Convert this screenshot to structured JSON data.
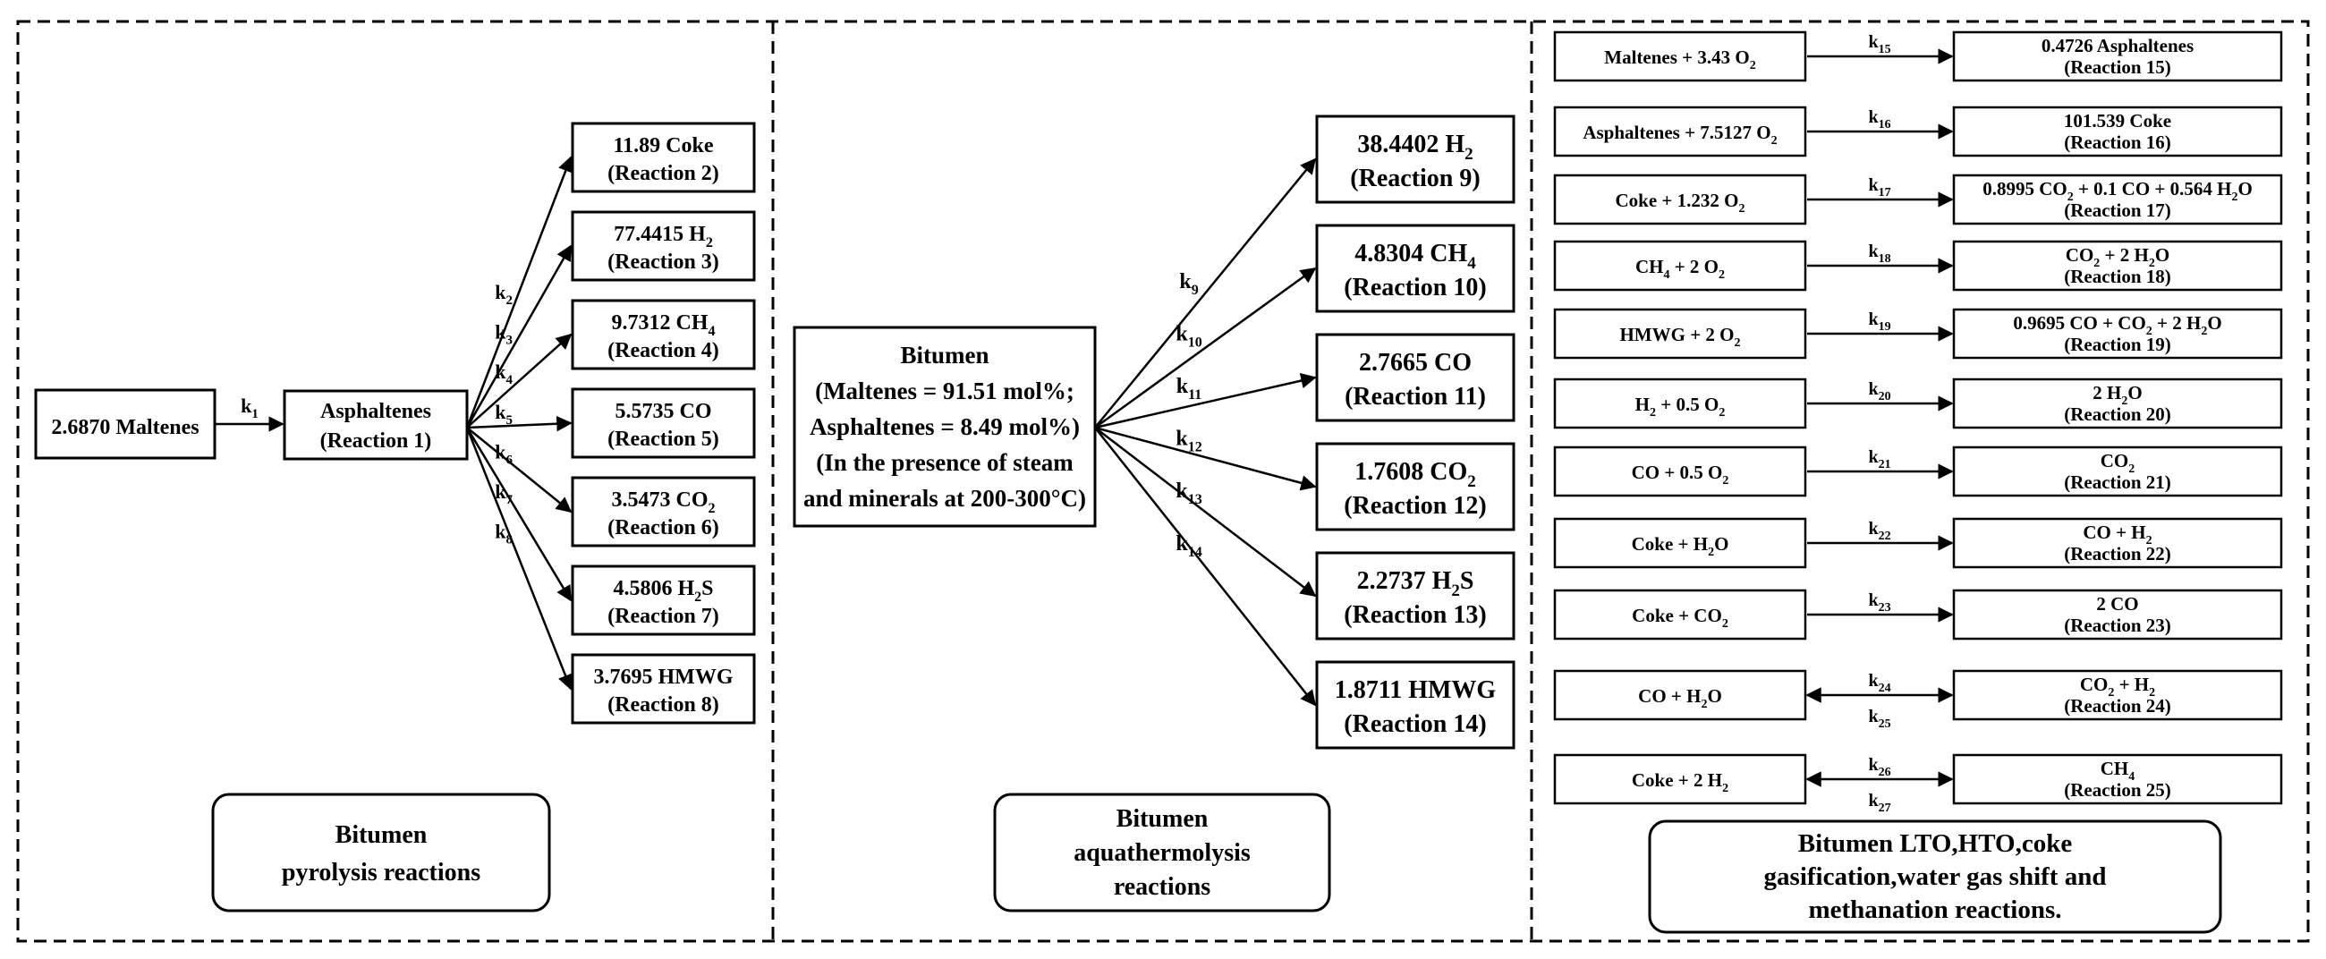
{
  "panels": {
    "pyrolysis": {
      "reactant": "2.6870 Maltenes",
      "intermediate": {
        "label": "Asphaltenes",
        "reaction": "(Reaction 1)",
        "rate": "k",
        "rate_sub": "1"
      },
      "products": [
        {
          "pre": "11.89 Coke",
          "sub": "",
          "post": "",
          "reaction": "(Reaction 2)",
          "rate": "k",
          "rate_sub": "2"
        },
        {
          "pre": "77.4415 H",
          "sub": "2",
          "post": "",
          "reaction": "(Reaction 3)",
          "rate": "k",
          "rate_sub": "3"
        },
        {
          "pre": "9.7312 CH",
          "sub": "4",
          "post": "",
          "reaction": "(Reaction 4)",
          "rate": "k",
          "rate_sub": "4"
        },
        {
          "pre": "5.5735 CO",
          "sub": "",
          "post": "",
          "reaction": "(Reaction 5)",
          "rate": "k",
          "rate_sub": "5"
        },
        {
          "pre": "3.5473 CO",
          "sub": "2",
          "post": "",
          "reaction": "(Reaction 6)",
          "rate": "k",
          "rate_sub": "6"
        },
        {
          "pre": "4.5806 H",
          "sub": "2",
          "post": "S",
          "reaction": "(Reaction 7)",
          "rate": "k",
          "rate_sub": "7"
        },
        {
          "pre": "3.7695 HMWG",
          "sub": "",
          "post": "",
          "reaction": "(Reaction 8)",
          "rate": "k",
          "rate_sub": "8"
        }
      ],
      "caption": [
        "Bitumen",
        "pyrolysis reactions"
      ]
    },
    "aquathermolysis": {
      "reactant_lines": [
        "Bitumen",
        "(Maltenes = 91.51 mol%;",
        "Asphaltenes = 8.49 mol%)",
        "(In the presence of steam",
        "and minerals at 200-300°C)"
      ],
      "products": [
        {
          "pre": "38.4402 H",
          "sub": "2",
          "post": "",
          "reaction": "(Reaction 9)",
          "rate": "k",
          "rate_sub": "9"
        },
        {
          "pre": "4.8304 CH",
          "sub": "4",
          "post": "",
          "reaction": "(Reaction 10)",
          "rate": "k",
          "rate_sub": "10"
        },
        {
          "pre": "2.7665 CO",
          "sub": "",
          "post": "",
          "reaction": "(Reaction 11)",
          "rate": "k",
          "rate_sub": "11"
        },
        {
          "pre": "1.7608 CO",
          "sub": "2",
          "post": "",
          "reaction": "(Reaction 12)",
          "rate": "k",
          "rate_sub": "12"
        },
        {
          "pre": "2.2737 H",
          "sub": "2",
          "post": "S",
          "reaction": "(Reaction 13)",
          "rate": "k",
          "rate_sub": "13"
        },
        {
          "pre": "1.8711 HMWG",
          "sub": "",
          "post": "",
          "reaction": "(Reaction 14)",
          "rate": "k",
          "rate_sub": "14"
        }
      ],
      "caption": [
        "Bitumen",
        "aquathermolysis",
        "reactions"
      ]
    },
    "oxidation": {
      "rows": [
        {
          "left": [
            [
              "Maltenes + 3.43 O",
              ""
            ],
            [
              "2",
              "sub"
            ]
          ],
          "right": [
            [
              "0.4726 Asphaltenes",
              ""
            ]
          ],
          "reaction": "(Reaction 15)",
          "rate": "k",
          "rate_sub": "15",
          "reverse": null
        },
        {
          "left": [
            [
              "Asphaltenes + 7.5127 O",
              ""
            ],
            [
              "2",
              "sub"
            ]
          ],
          "right": [
            [
              "101.539 Coke",
              ""
            ]
          ],
          "reaction": "(Reaction 16)",
          "rate": "k",
          "rate_sub": "16",
          "reverse": null
        },
        {
          "left": [
            [
              "Coke + 1.232 O",
              ""
            ],
            [
              "2",
              "sub"
            ]
          ],
          "right": [
            [
              "0.8995 CO",
              ""
            ],
            [
              "2",
              "sub"
            ],
            [
              " + 0.1 CO + 0.564 H",
              ""
            ],
            [
              "2",
              "sub"
            ],
            [
              "O",
              ""
            ]
          ],
          "reaction": "(Reaction 17)",
          "rate": "k",
          "rate_sub": "17",
          "reverse": null
        },
        {
          "left": [
            [
              "CH",
              ""
            ],
            [
              "4",
              "sub"
            ],
            [
              " + 2 O",
              ""
            ],
            [
              "2",
              "sub"
            ]
          ],
          "right": [
            [
              "CO",
              ""
            ],
            [
              "2",
              "sub"
            ],
            [
              " + 2 H",
              ""
            ],
            [
              "2",
              "sub"
            ],
            [
              "O",
              ""
            ]
          ],
          "reaction": "(Reaction 18)",
          "rate": "k",
          "rate_sub": "18",
          "reverse": null
        },
        {
          "left": [
            [
              "HMWG + 2 O",
              ""
            ],
            [
              "2",
              "sub"
            ]
          ],
          "right": [
            [
              "0.9695 CO + CO",
              ""
            ],
            [
              "2",
              "sub"
            ],
            [
              " + 2 H",
              ""
            ],
            [
              "2",
              "sub"
            ],
            [
              "O",
              ""
            ]
          ],
          "reaction": "(Reaction 19)",
          "rate": "k",
          "rate_sub": "19",
          "reverse": null
        },
        {
          "left": [
            [
              "H",
              ""
            ],
            [
              "2",
              "sub"
            ],
            [
              " + 0.5 O",
              ""
            ],
            [
              "2",
              "sub"
            ]
          ],
          "right": [
            [
              "2 H",
              ""
            ],
            [
              "2",
              "sub"
            ],
            [
              "O",
              ""
            ]
          ],
          "reaction": "(Reaction 20)",
          "rate": "k",
          "rate_sub": "20",
          "reverse": null
        },
        {
          "left": [
            [
              "CO + 0.5 O",
              ""
            ],
            [
              "2",
              "sub"
            ]
          ],
          "right": [
            [
              "CO",
              ""
            ],
            [
              "2",
              "sub"
            ]
          ],
          "reaction": "(Reaction 21)",
          "rate": "k",
          "rate_sub": "21",
          "reverse": null
        },
        {
          "left": [
            [
              "Coke + H",
              ""
            ],
            [
              "2",
              "sub"
            ],
            [
              "O",
              ""
            ]
          ],
          "right": [
            [
              "CO + H",
              ""
            ],
            [
              "2",
              "sub"
            ]
          ],
          "reaction": "(Reaction 22)",
          "rate": "k",
          "rate_sub": "22",
          "reverse": null
        },
        {
          "left": [
            [
              "Coke + CO",
              ""
            ],
            [
              "2",
              "sub"
            ]
          ],
          "right": [
            [
              "2 CO",
              ""
            ]
          ],
          "reaction": "(Reaction 23)",
          "rate": "k",
          "rate_sub": "23",
          "reverse": null
        },
        {
          "left": [
            [
              "CO + H",
              ""
            ],
            [
              "2",
              "sub"
            ],
            [
              "O",
              ""
            ]
          ],
          "right": [
            [
              "CO",
              ""
            ],
            [
              "2",
              "sub"
            ],
            [
              " + H",
              ""
            ],
            [
              "2",
              "sub"
            ]
          ],
          "reaction": "(Reaction 24)",
          "rate": "k",
          "rate_sub": "24",
          "reverse": "25"
        },
        {
          "left": [
            [
              "Coke + 2 H",
              ""
            ],
            [
              "2",
              "sub"
            ]
          ],
          "right": [
            [
              "CH",
              ""
            ],
            [
              "4",
              "sub"
            ]
          ],
          "reaction": "(Reaction 25)",
          "rate": "k",
          "rate_sub": "26",
          "reverse": "27"
        }
      ],
      "caption": [
        "Bitumen LTO,HTO,coke",
        "gasification,water gas shift and",
        "methanation reactions."
      ]
    }
  }
}
